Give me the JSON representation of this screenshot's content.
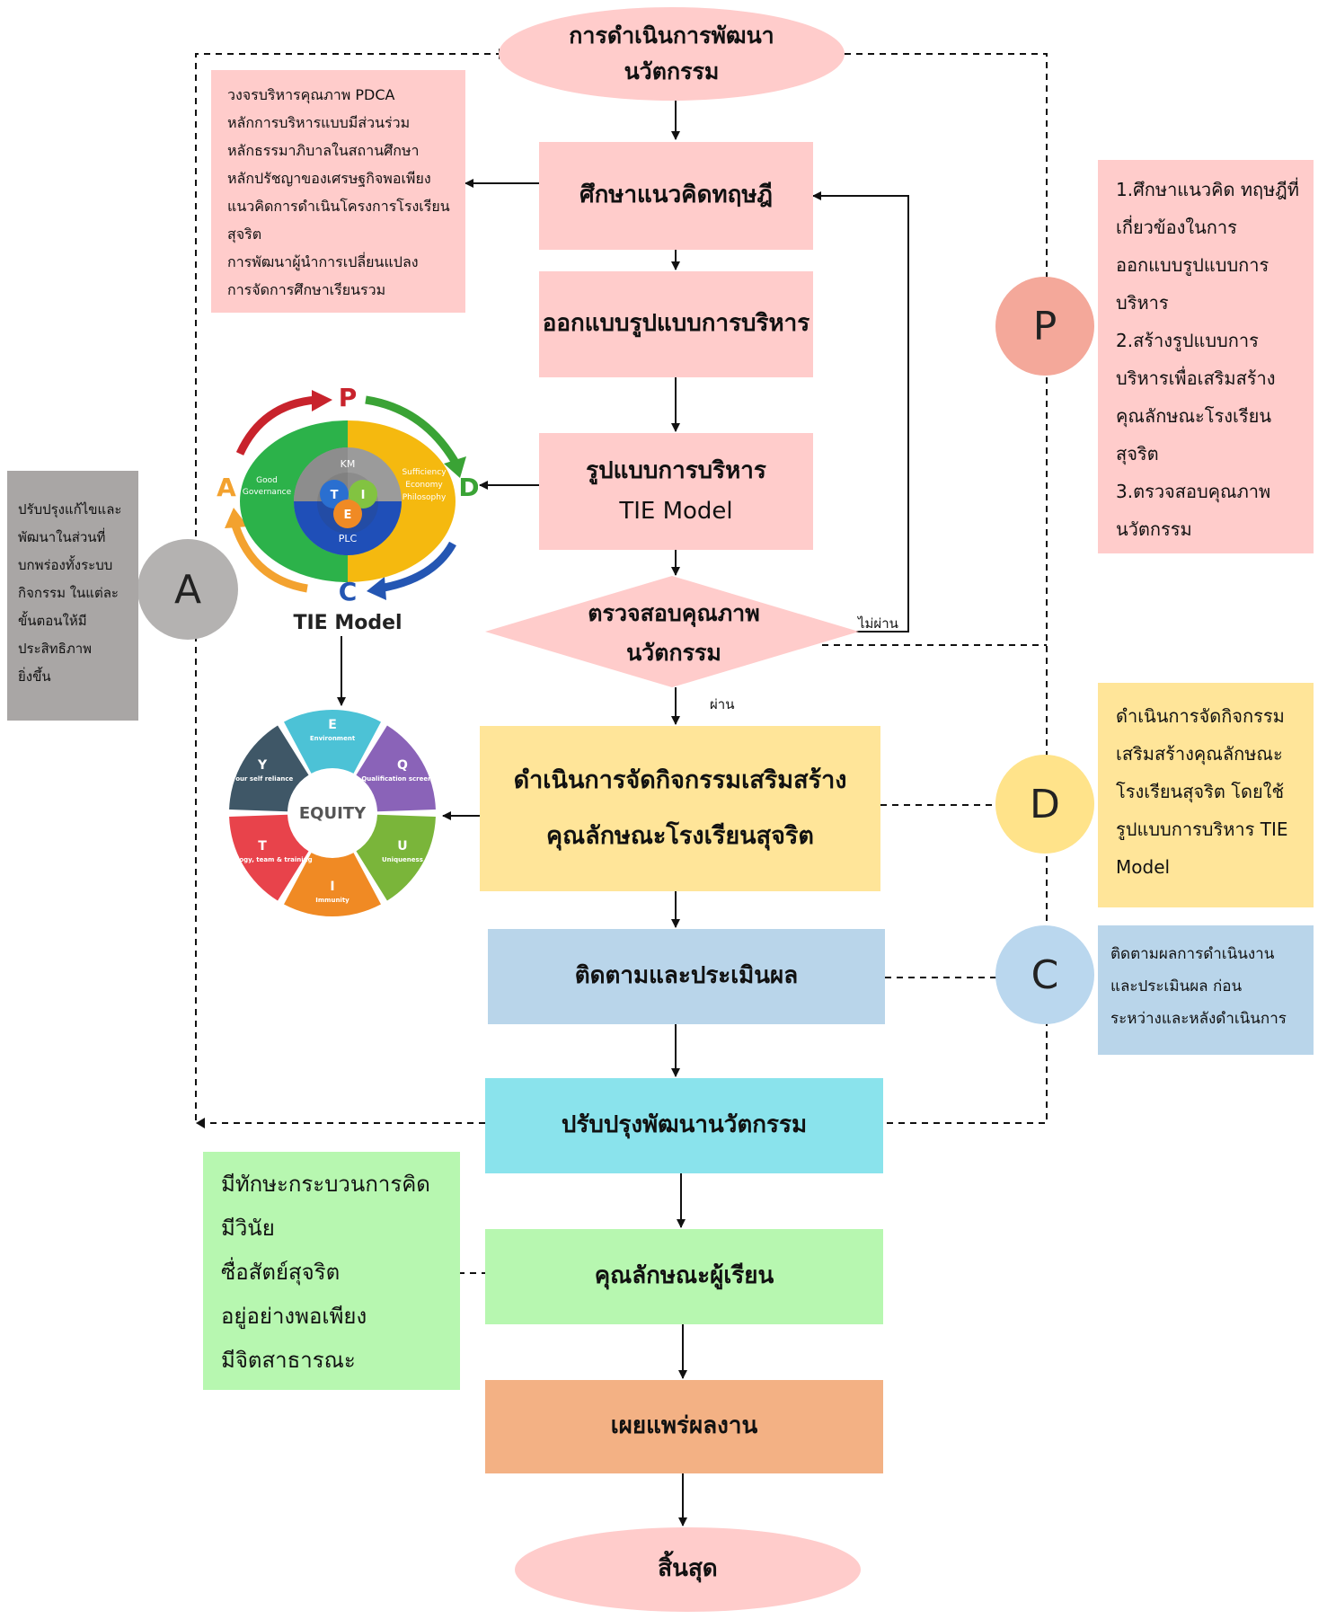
{
  "flow": {
    "start": [
      "การดำเนินการพัฒนา",
      "นวัตกรรม"
    ],
    "study": "ศึกษาแนวคิดทฤษฎี",
    "design": "ออกแบบรูปแบบการบริหาร",
    "model": [
      "รูปแบบการบริหาร",
      "TIE Model"
    ],
    "check": [
      "ตรวจสอบคุณภาพ",
      "นวัตกรรม"
    ],
    "fail_label": "ไม่ผ่าน",
    "pass_label": "ผ่าน",
    "activity": [
      "ดำเนินการจัดกิจกรรมเสริมสร้าง",
      "คุณลักษณะโรงเรียนสุจริต"
    ],
    "monitor": "ติดตามและประเมินผล",
    "improve": "ปรับปรุงพัฒนานวัตกรรม",
    "traits": "คุณลักษณะผู้เรียน",
    "publish": "เผยแพร่ผลงาน",
    "end": "สิ้นสุด"
  },
  "theory_list": [
    "วงจรบริหารคุณภาพ PDCA",
    "หลักการบริหารแบบมีส่วนร่วม",
    "หลักธรรมาภิบาลในสถานศึกษา",
    "หลักปรัชญาของเศรษฐกิจพอเพียง",
    "แนวคิดการดำเนินโครงการโรงเรียน",
    "สุจริต",
    "การพัฒนาผู้นำการเปลี่ยนแปลง",
    "การจัดการศึกษาเรียนรวม"
  ],
  "student_traits": [
    "มีทักษะกระบวนการคิด",
    "มีวินัย",
    "ซื่อสัตย์สุจริต",
    "อยู่อย่างพอเพียง",
    "มีจิตสาธารณะ"
  ],
  "pdca": {
    "p": {
      "letter": "P",
      "lines": [
        "1.ศึกษาแนวคิด ทฤษฎีที่",
        "เกี่ยวข้องในการ",
        "ออกแบบรูปแบบการ",
        "บริหาร",
        "2.สร้างรูปแบบการ",
        "บริหารเพื่อเสริมสร้าง",
        "คุณลักษณะโรงเรียน",
        "สุจริต",
        "3.ตรวจสอบคุณภาพ",
        "นวัตกรรม"
      ]
    },
    "d": {
      "letter": "D",
      "lines": [
        "ดำเนินการจัดกิจกรรม",
        "เสริมสร้างคุณลักษณะ",
        "โรงเรียนสุจริต โดยใช้",
        "รูปแบบการบริหาร TIE",
        "Model"
      ]
    },
    "c": {
      "letter": "C",
      "lines": [
        "ติดตามผลการดำเนินงาน",
        "และประเมินผล ก่อน",
        "ระหว่างและหลังดำเนินการ"
      ]
    },
    "a": {
      "letter": "A",
      "lines": [
        "ปรับปรุงแก้ไขและ",
        "พัฒนาในส่วนที่",
        "บกพร่องทั้งระบบ",
        "กิจกรรม ในแต่ละ",
        "ขั้นตอนให้มี",
        "ประสิทธิภาพ",
        "ยิ่งขึ้น"
      ]
    }
  },
  "tie_model": {
    "caption": "TIE Model",
    "cycle": [
      "P",
      "D",
      "C",
      "A"
    ],
    "center": [
      "KM",
      "T",
      "I",
      "E",
      "PLC"
    ],
    "left_text": [
      "Good",
      "Governance"
    ],
    "right_text": [
      "Sufficiency",
      "Economy",
      "Philosophy"
    ]
  },
  "equity_wheel": {
    "center": "EQUITY",
    "segments": [
      {
        "letter": "E",
        "label": "Environment",
        "color": "#4cc2d6"
      },
      {
        "letter": "Q",
        "label": "Qualification screening",
        "color": "#8a63b8"
      },
      {
        "letter": "U",
        "label": "Uniqueness",
        "color": "#7ab53a"
      },
      {
        "letter": "I",
        "label": "Immunity",
        "color": "#f08a24"
      },
      {
        "letter": "T",
        "label": "Technology, team & training",
        "color": "#e8434b"
      },
      {
        "letter": "Y",
        "label": "Your self reliance",
        "color": "#3f5767"
      }
    ]
  },
  "colors": {
    "pink": "#ffcccb",
    "yellow": "#ffe599",
    "blue": "#b9d5ea",
    "cyan": "#8ae3ec",
    "green": "#b7f7b0",
    "orange": "#f3b184",
    "gray": "#a9a6a5",
    "circle_p": "#f4a89a",
    "circle_d": "#ffe38a",
    "circle_c": "#bad7ee",
    "circle_a": "#b4b2b1"
  }
}
